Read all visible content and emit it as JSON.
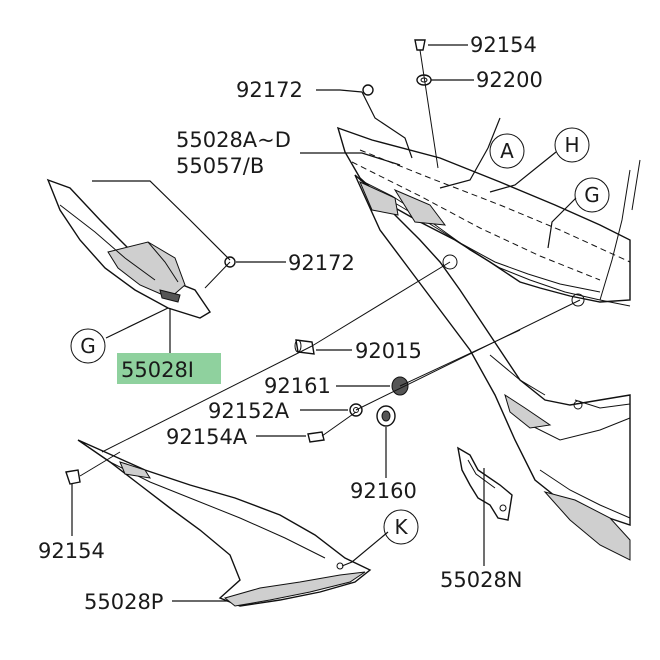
{
  "parts": {
    "p92154_top": "92154",
    "p92200": "92200",
    "p92172_top": "92172",
    "p55028AD": "55028A~D",
    "p55057B": "55057/B",
    "p92172_mid": "92172",
    "p55028I": "55028I",
    "p92015": "92015",
    "p92161": "92161",
    "p92152A": "92152A",
    "p92154A": "92154A",
    "p92160": "92160",
    "p92154_bot": "92154",
    "p55028P": "55028P",
    "p55028N": "55028N"
  },
  "callouts": {
    "A": "A",
    "H": "H",
    "G_right": "G",
    "G_left": "G",
    "K": "K"
  },
  "colors": {
    "highlight": "#8fd19e",
    "line": "#111111"
  }
}
